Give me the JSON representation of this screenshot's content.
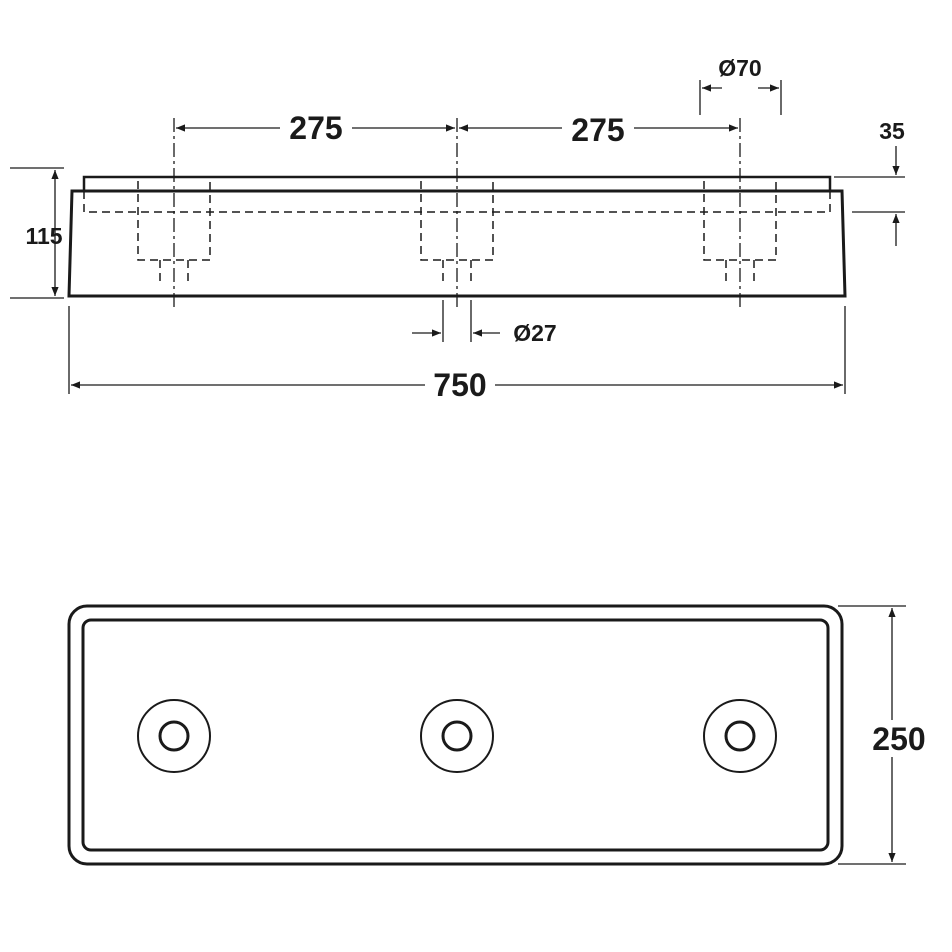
{
  "drawing": {
    "side_view": {
      "spacing_left": "275",
      "spacing_right": "275",
      "counterbore_diameter": "Ø70",
      "top_step": "35",
      "height": "115",
      "bolt_hole_diameter": "Ø27",
      "overall_length": "750"
    },
    "top_view": {
      "width": "250"
    }
  }
}
